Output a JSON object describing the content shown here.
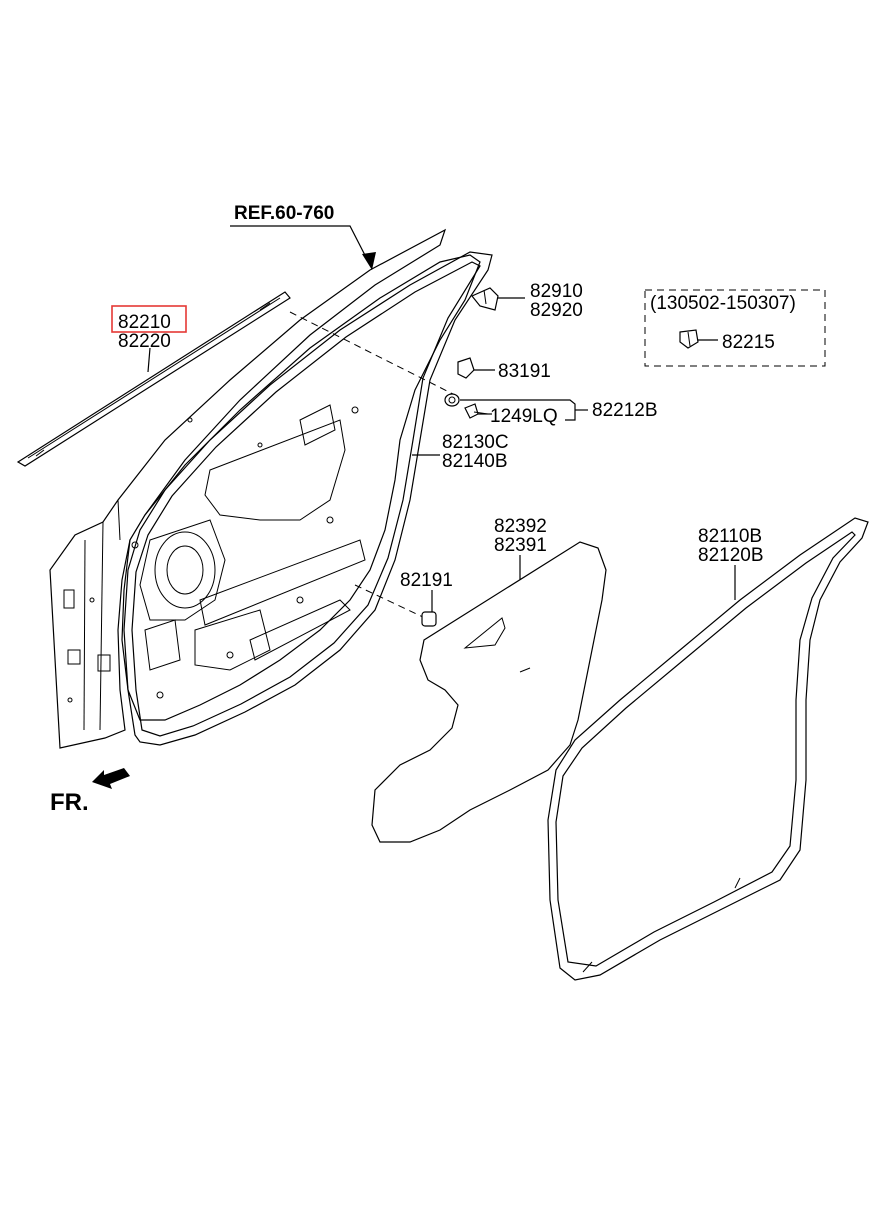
{
  "diagram": {
    "ref_label": "REF.60-760",
    "fr_label": "FR.",
    "highlight_color": "#e53935",
    "callouts": {
      "p82210": "82210",
      "p82220": "82220",
      "p82910": "82910",
      "p82920": "82920",
      "date_range": "(130502-150307)",
      "p82215": "82215",
      "p83191": "83191",
      "p1249LQ": "1249LQ",
      "p82212B": "82212B",
      "p82130C": "82130C",
      "p82140B": "82140B",
      "p82392": "82392",
      "p82391": "82391",
      "p82191": "82191",
      "p82110B": "82110B",
      "p82120B": "82120B"
    }
  }
}
